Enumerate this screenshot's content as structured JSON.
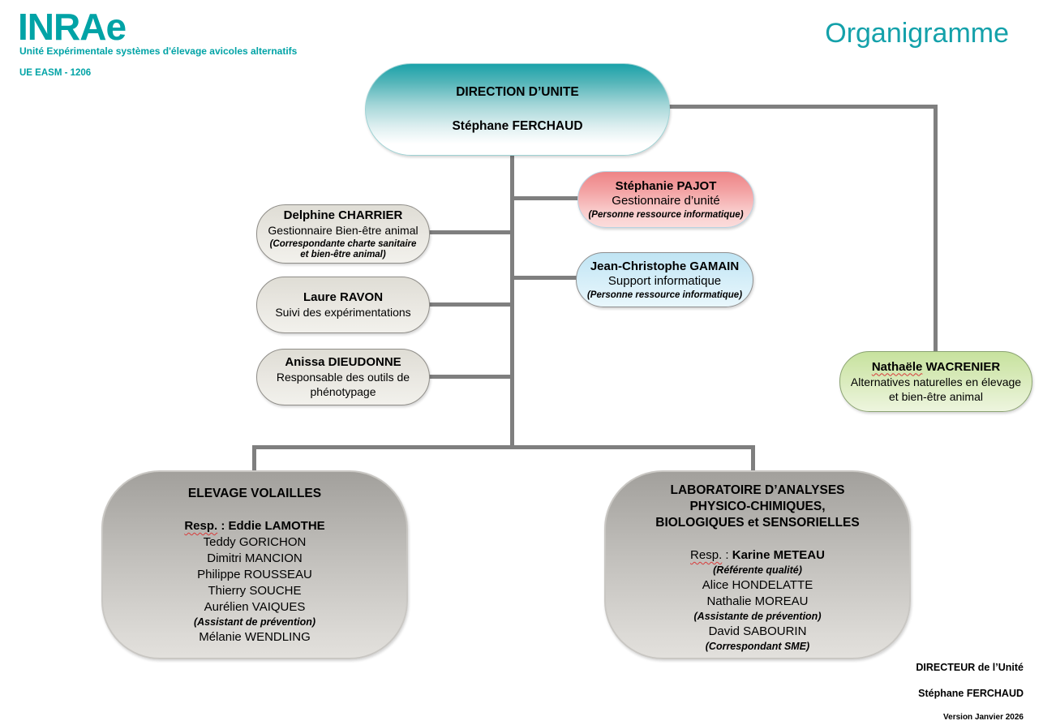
{
  "header": {
    "logo": "INRA",
    "logo_e": "e",
    "subtitle": "Unité Expérimentale systèmes d'élevage avicoles alternatifs",
    "unit_code": "UE EASM - 1206",
    "title": "Organigramme"
  },
  "colors": {
    "brand_teal": "#00a3a6",
    "title_teal": "#14a1aa",
    "connector_gray": "#7f7f7f",
    "direction_top": "#1ba2a9",
    "pajot_pink": "#ee8486",
    "gamain_blue": "#bfe4f3",
    "beige_box": "#dfddd5",
    "wacrenier_green": "#c7e29e",
    "team_gray": "#a2a09c",
    "spellcheck_red": "#d83b3b"
  },
  "direction": {
    "title": "DIRECTION D’UNITE",
    "name": "Stéphane FERCHAUD"
  },
  "right_nodes": {
    "pajot": {
      "name": "Stéphanie PAJOT",
      "role": "Gestionnaire d’unité",
      "note": "(Personne ressource informatique)"
    },
    "gamain": {
      "name": "Jean-Christophe GAMAIN",
      "role": "Support informatique",
      "note": "(Personne ressource informatique)"
    }
  },
  "left_nodes": {
    "charrier": {
      "name": "Delphine CHARRIER",
      "role": "Gestionnaire Bien-être animal",
      "note_line1": "(Correspondante charte sanitaire",
      "note_line2": "et bien-être animal)"
    },
    "ravon": {
      "name": "Laure RAVON",
      "role": "Suivi des expérimentations"
    },
    "dieudonne": {
      "name": "Anissa DIEUDONNE",
      "role": "Responsable des outils de phénotypage"
    }
  },
  "wacrenier": {
    "name_first": "Nathaële",
    "name_rest": " WACRENIER",
    "role_line1": "Alternatives naturelles en élevage",
    "role_line2": "et bien-être animal"
  },
  "teams": {
    "elevage": {
      "title": "ELEVAGE VOLAILLES",
      "resp_label": "Resp.",
      "resp_sep": " : ",
      "resp_name": "Eddie LAMOTHE",
      "members": [
        {
          "text": "Teddy GORICHON"
        },
        {
          "text": "Dimitri MANCION"
        },
        {
          "text": "Philippe ROUSSEAU"
        },
        {
          "text": "Thierry SOUCHE"
        },
        {
          "text": "Aurélien VAIQUES"
        },
        {
          "text": "(Assistant de prévention)"
        },
        {
          "text": "Mélanie WENDLING"
        }
      ]
    },
    "laboratoire": {
      "title_line1": "LABORATOIRE D’ANALYSES",
      "title_line2": "PHYSICO-CHIMIQUES,",
      "title_line3": "BIOLOGIQUES et SENSORIELLES",
      "resp_label": "Resp.",
      "resp_sep": " : ",
      "resp_name": "Karine METEAU",
      "resp_note": "(Référente qualité)",
      "members": [
        {
          "text": "Alice HONDELATTE"
        },
        {
          "text": "Nathalie MOREAU"
        },
        {
          "text": "(Assistante de prévention)"
        },
        {
          "text": "David SABOURIN"
        },
        {
          "text": "(Correspondant SME)"
        }
      ]
    }
  },
  "footer": {
    "line1": "DIRECTEUR de l’Unité",
    "line2": "Stéphane FERCHAUD",
    "version": "Version Janvier 2026"
  }
}
